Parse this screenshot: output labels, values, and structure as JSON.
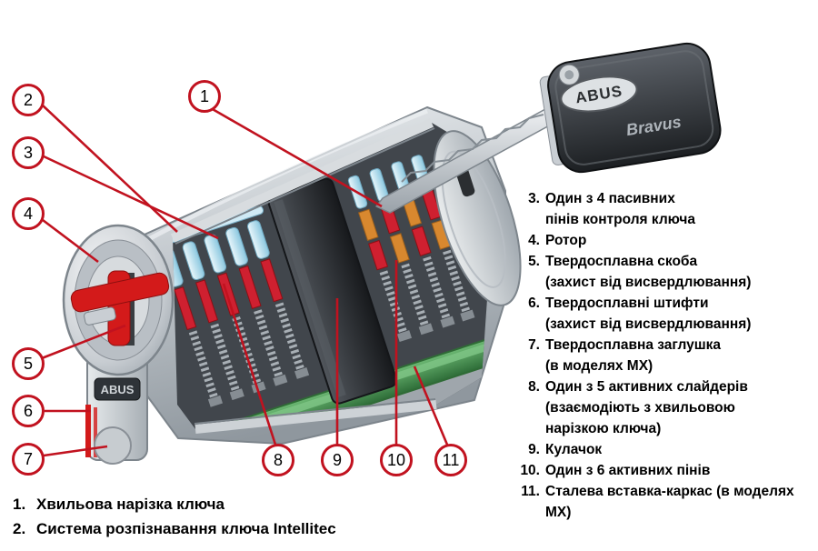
{
  "callouts": [
    "1",
    "2",
    "3",
    "4",
    "5",
    "6",
    "7",
    "8",
    "9",
    "10",
    "11"
  ],
  "legend_right": [
    {
      "num": "3.",
      "text": "Один з 4 пасивних\nпінів контроля ключа"
    },
    {
      "num": "4.",
      "text": "Ротор"
    },
    {
      "num": "5.",
      "text": "Твердосплавна скоба\n(захист від висвердлювання)"
    },
    {
      "num": "6.",
      "text": "Твердосплавні штифти\n(захист від висвердлювання)"
    },
    {
      "num": "7.",
      "text": "Твердосплавна заглушка\n(в моделях MX)"
    },
    {
      "num": "8.",
      "text": "Один з 5 активних слайдерів\n(взаємодіють з хвильовою\nнарізкою ключа)"
    },
    {
      "num": "9.",
      "text": "Кулачок"
    },
    {
      "num": "10.",
      "text": "Один з 6 активних пінів"
    },
    {
      "num": "11.",
      "text": "Сталева вставка-каркас (в моделях MX)"
    }
  ],
  "legend_bottom": [
    {
      "num": "1.",
      "text": "Хвильова нарізка ключа"
    },
    {
      "num": "2.",
      "text": "Система розпізнавання ключа Intellitec"
    }
  ],
  "illustration": {
    "key_brand": "ABUS",
    "key_model": "Bravus",
    "body_brand": "ABUS"
  },
  "colors": {
    "accent_red": "#c1121f",
    "pin_blue": "#9fd4e8",
    "pin_red": "#cf2030",
    "pin_orange": "#d8882f",
    "insert_green": "#3f8f4f"
  }
}
